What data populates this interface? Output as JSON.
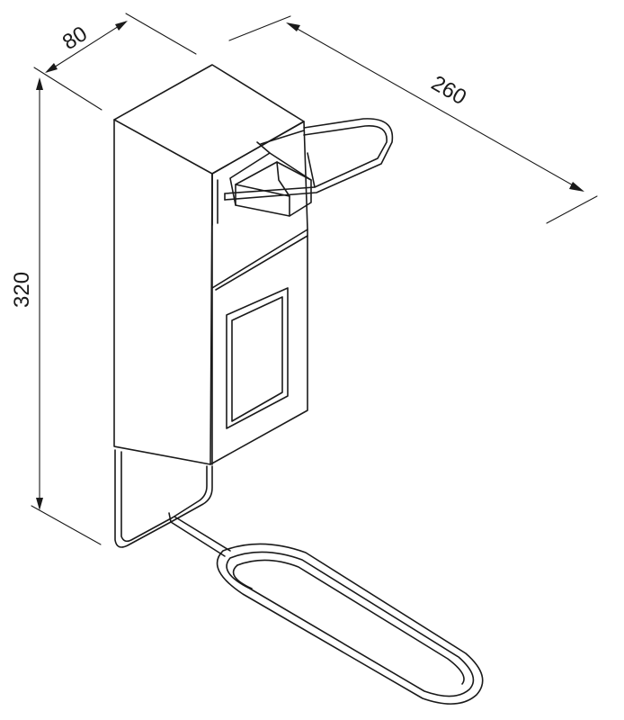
{
  "dimensions": {
    "depth": "80",
    "width": "260",
    "height": "320"
  },
  "colors": {
    "line": "#1a1a1a",
    "background": "#ffffff"
  }
}
